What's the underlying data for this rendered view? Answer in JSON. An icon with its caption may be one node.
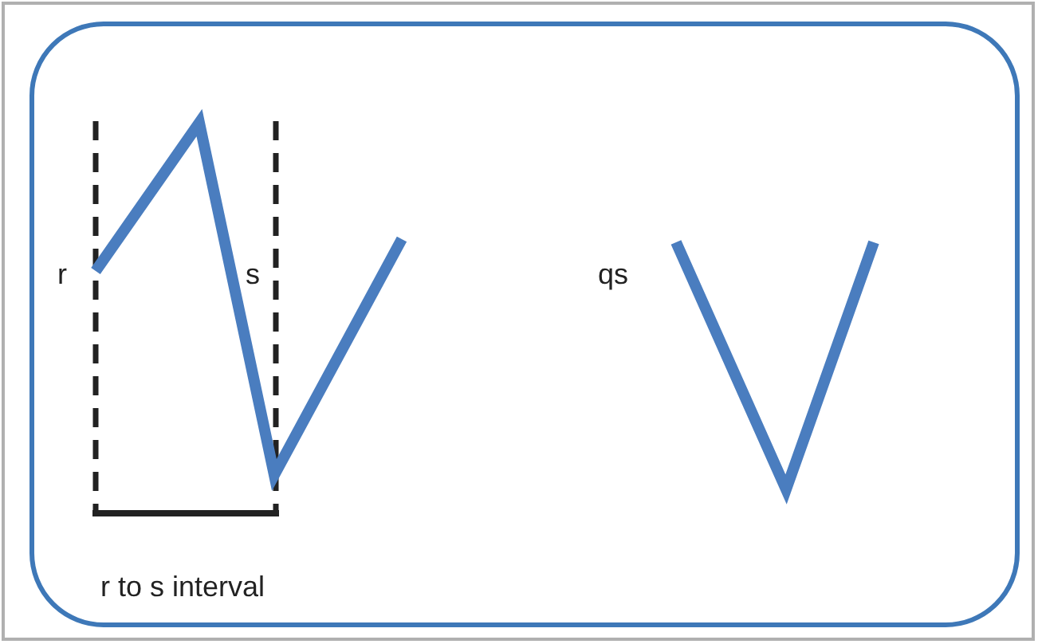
{
  "diagram": {
    "labels": [
      "r",
      "s",
      "qs",
      "r to s interval"
    ]
  }
}
